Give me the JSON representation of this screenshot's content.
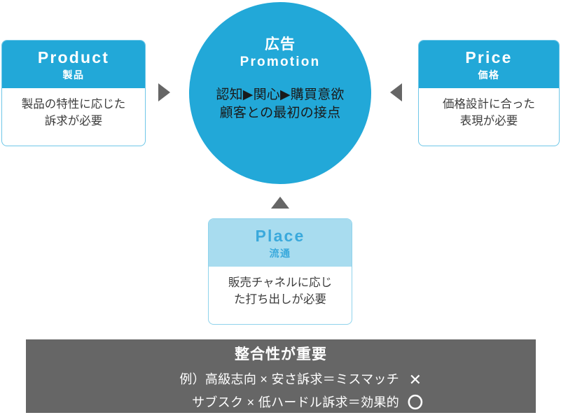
{
  "diagram": {
    "title_hidden": "",
    "colors": {
      "primary_blue": "#22a8d8",
      "pale_blue": "#a8dcef",
      "border_blue": "#6fc7e8",
      "arrow_gray": "#666666",
      "note_bar_gray": "#666666",
      "body_text": "#3c3c3c"
    },
    "center": {
      "name_ja": "広告",
      "name_en": "Promotion",
      "description": "認知▶関心▶購買意欲\n顧客との最初の接点"
    },
    "cards": [
      {
        "id": "product",
        "name_en": "Product",
        "name_ja": "製品",
        "description": "製品の特性に応じた\n訴求が必要",
        "style": "solid"
      },
      {
        "id": "price",
        "name_en": "Price",
        "name_ja": "価格",
        "description": "価格設計に合った\n表現が必要",
        "style": "solid"
      },
      {
        "id": "place",
        "name_en": "Place",
        "name_ja": "流通",
        "description": "販売チャネルに応じ\nた打ち出しが必要",
        "style": "pale"
      }
    ],
    "arrows": [
      {
        "id": "product-to-promotion",
        "direction": "right"
      },
      {
        "id": "price-to-promotion",
        "direction": "left"
      },
      {
        "id": "place-to-promotion",
        "direction": "up"
      }
    ],
    "note": {
      "title": "整合性が重要",
      "rows": [
        {
          "text": "例）高級志向 × 安さ訴求＝ミスマッチ",
          "mark": "✕"
        },
        {
          "text": "サブスク × 低ハードル訴求＝効果的",
          "mark": "〇"
        }
      ]
    }
  }
}
